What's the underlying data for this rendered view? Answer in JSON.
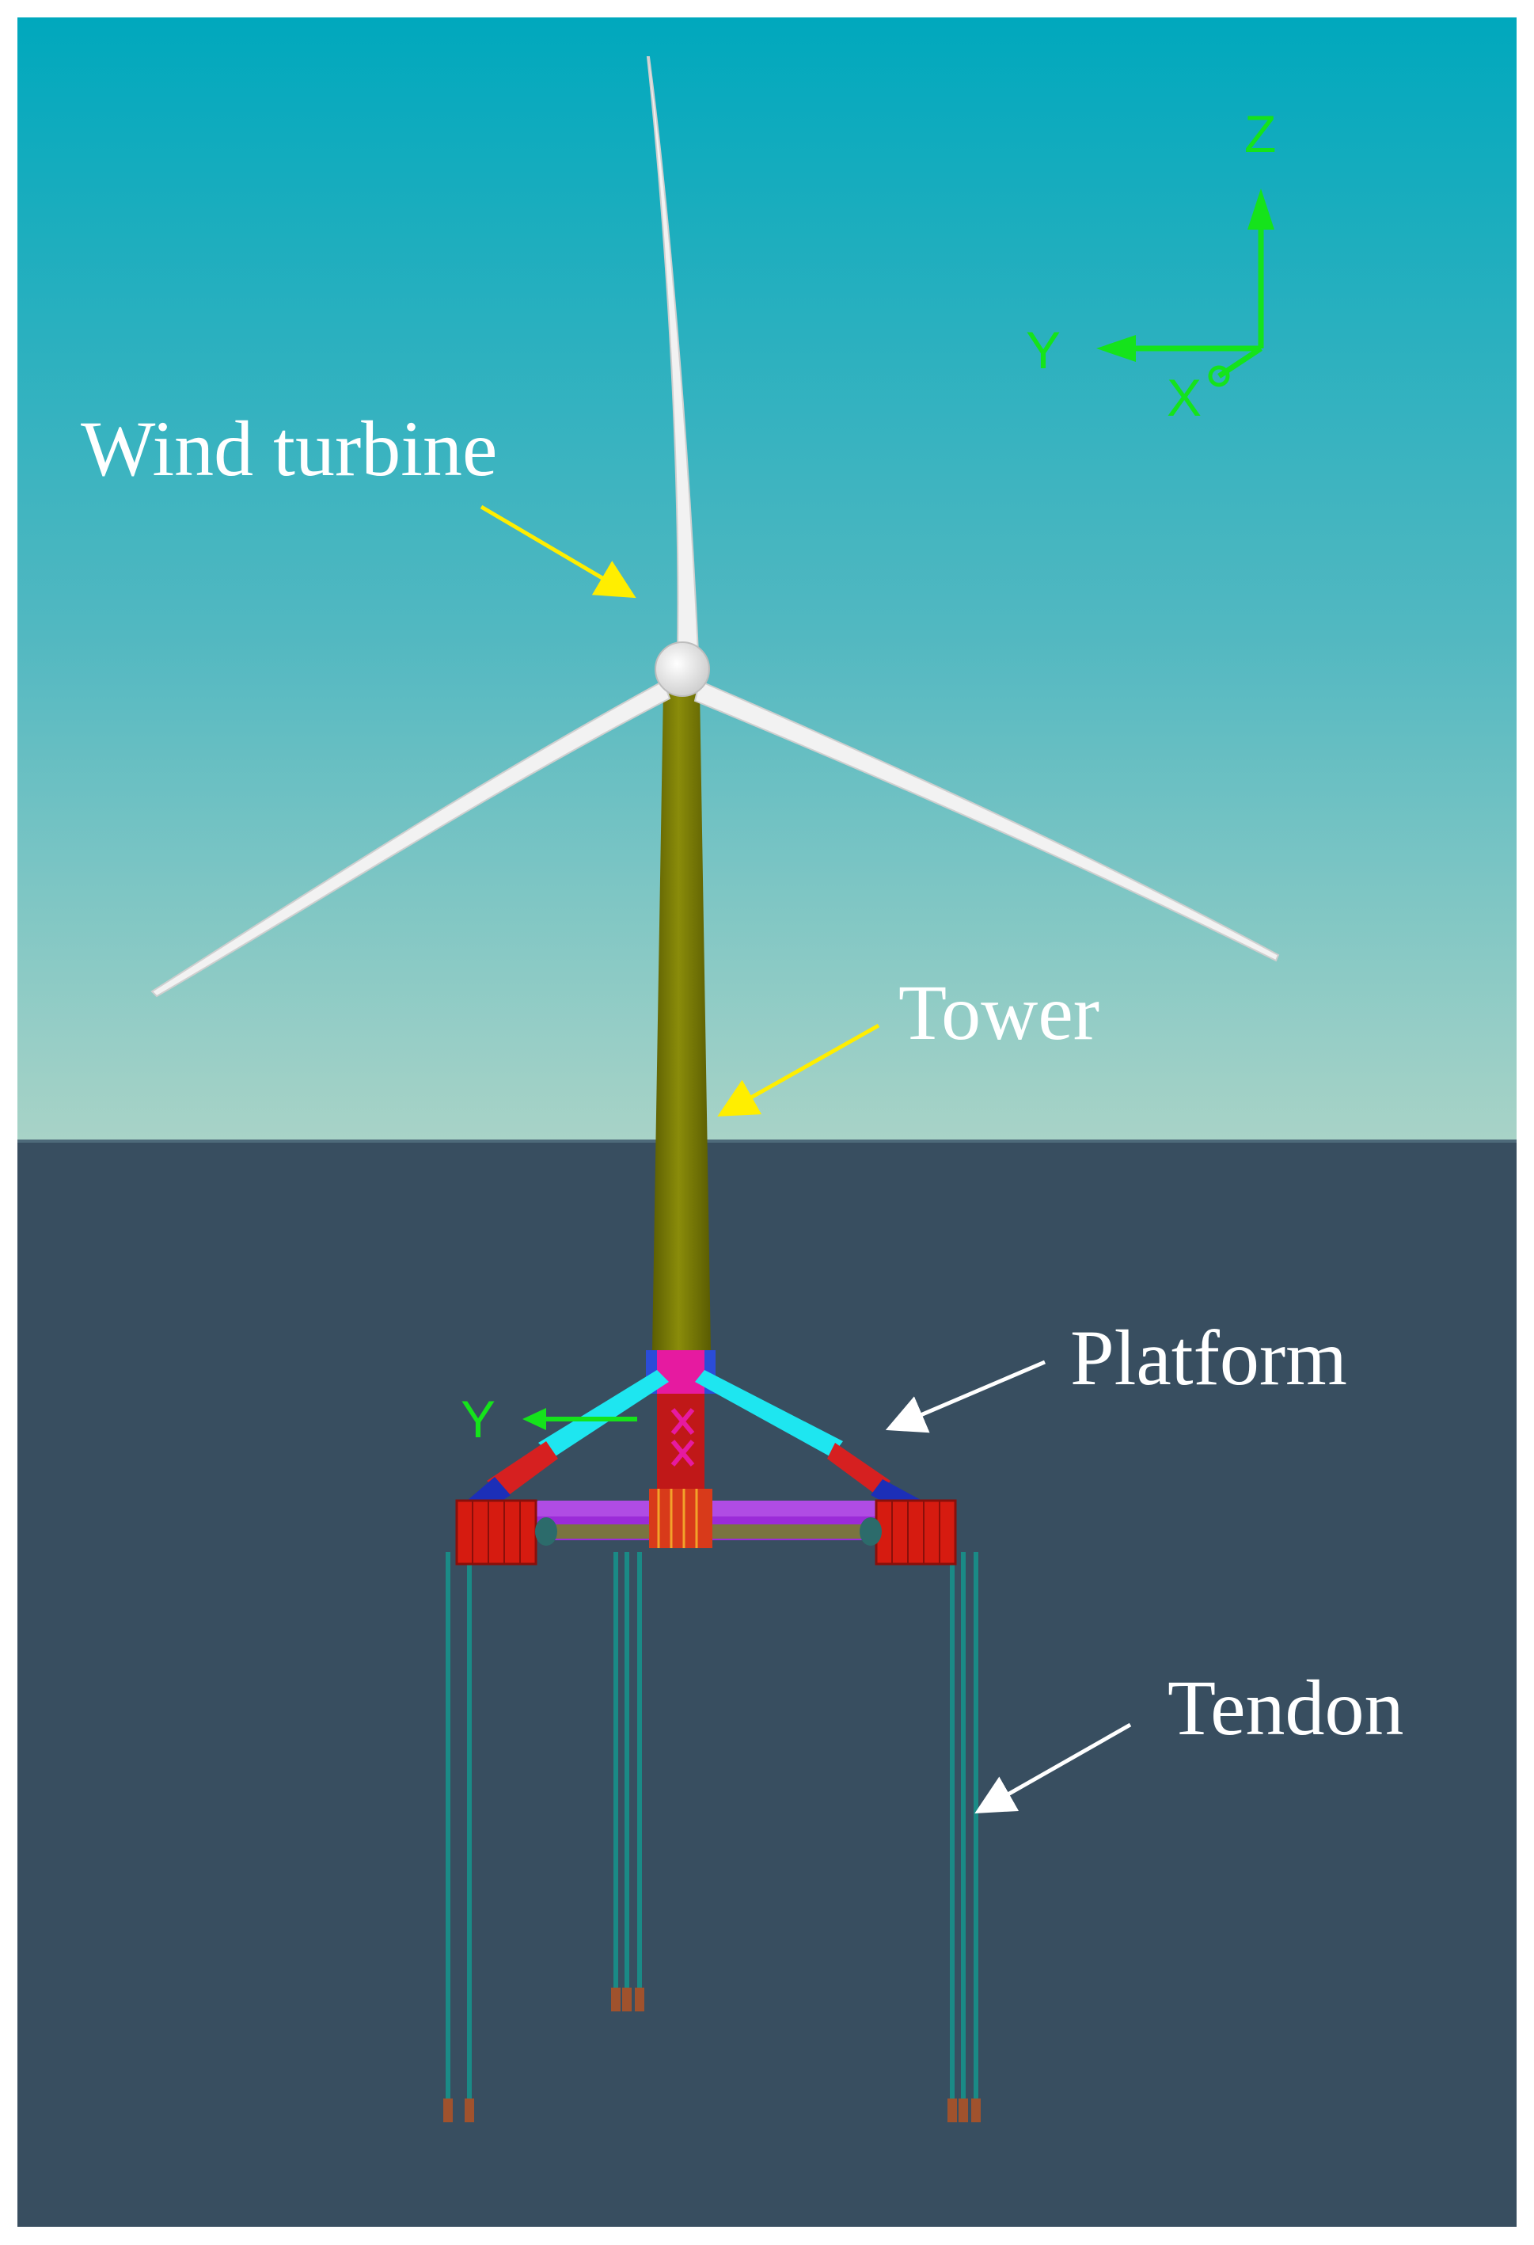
{
  "labels": {
    "wind_turbine": "Wind turbine",
    "tower": "Tower",
    "platform": "Platform",
    "tendon": "Tendon"
  },
  "global_axes": {
    "z": "Z",
    "y": "Y",
    "x": "X"
  },
  "local_axes": {
    "y": "Y"
  },
  "colors": {
    "sky_top": "#00a8bd",
    "sky_bottom": "#a6d2c6",
    "sea": "#384e60",
    "tower": "#7b7d05",
    "blade": "#f2f2f2",
    "platform_red": "#d61b10",
    "brace_cyan": "#1ee6f0",
    "brace_blue": "#1c2fb8",
    "purple": "#9b2bd8",
    "magenta": "#e61aa0",
    "tendon": "#1a8a86",
    "axis_green": "#15e31b",
    "arrow_yellow": "#ffee00",
    "arrow_white": "#ffffff"
  }
}
